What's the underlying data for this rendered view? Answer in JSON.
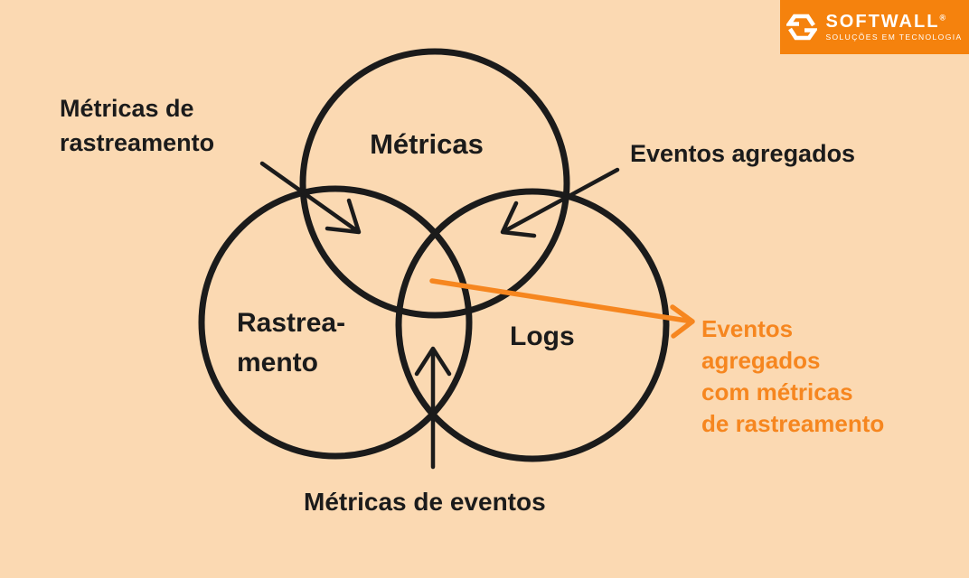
{
  "colors": {
    "background": "#FBD9B2",
    "ink": "#1B1B1B",
    "accent_orange": "#F5820D",
    "text_orange": "#F6861F"
  },
  "logo": {
    "name": "SOFTWALL",
    "registered_mark": "®",
    "tagline": "SOLUÇÕES EM TECNOLOGIA"
  },
  "diagram": {
    "type": "venn",
    "sets": [
      {
        "id": "metricas",
        "label": "Métricas"
      },
      {
        "id": "rastreamento",
        "label": "Rastrea-\nmento"
      },
      {
        "id": "logs",
        "label": "Logs"
      }
    ],
    "annotations": [
      {
        "id": "metricas-de-rastreamento",
        "label": "Métricas de\nrastreamento",
        "target": "metricas ∩ rastreamento"
      },
      {
        "id": "eventos-agregados",
        "label": "Eventos agregados",
        "target": "metricas ∩ logs"
      },
      {
        "id": "metricas-de-eventos",
        "label": "Métricas de eventos",
        "target": "rastreamento ∩ logs"
      },
      {
        "id": "eventos-agregados-com-metricas-de-rastreamento",
        "label": "Eventos\nagregados\ncom métricas\nde rastreamento",
        "target": "metricas ∩ rastreamento ∩ logs"
      }
    ]
  }
}
